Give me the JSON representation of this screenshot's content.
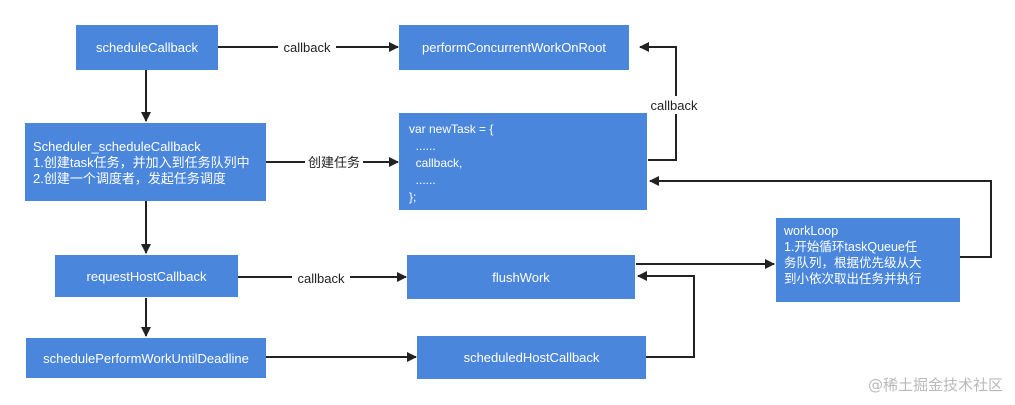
{
  "boxes": {
    "schedule_callback": "scheduleCallback",
    "perform_concurrent": "performConcurrentWorkOnRoot",
    "scheduler_schedule": {
      "line1": "Scheduler_scheduleCallback",
      "line2": "1.创建task任务，并加入到任务队列中",
      "line3": "2.创建一个调度者，发起任务调度"
    },
    "new_task": {
      "line1": "var newTask = {",
      "line2": "  ......",
      "line3": "  callback,",
      "line4": "  ......",
      "line5": "};"
    },
    "request_host": "requestHostCallback",
    "flush_work": "flushWork",
    "work_loop": {
      "line1": "workLoop",
      "line2": "1.开始循环taskQueue任",
      "line3": "务队列，根据优先级从大",
      "line4": "到小依次取出任务并执行"
    },
    "schedule_perform": "schedulePerformWorkUntilDeadline",
    "scheduled_host": "scheduledHostCallback"
  },
  "labels": {
    "callback_top": "callback",
    "callback_right": "callback",
    "create_task": "创建任务",
    "callback_mid": "callback"
  },
  "watermark": "@稀土掘金技术社区",
  "colors": {
    "box": "#4a86dc",
    "arrow": "#222222"
  }
}
